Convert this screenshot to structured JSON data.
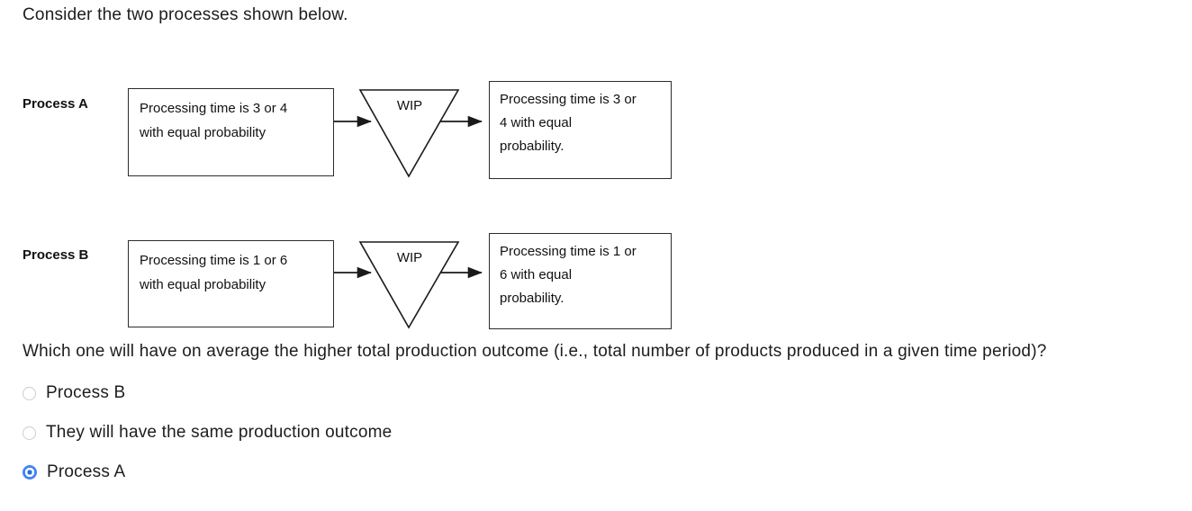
{
  "page": {
    "title": "Consider the two processes shown below.",
    "question": "Which one will have on average the higher total production outcome (i.e., total number of products produced in a given time period)?"
  },
  "diagram": {
    "processes": [
      {
        "label": "Process A",
        "input_box_lines": [
          "Processing time is 3 or 4",
          "with equal probability"
        ],
        "buffer_label": "WIP",
        "output_box_lines": [
          "Processing time is 3 or",
          "4 with equal",
          "probability."
        ]
      },
      {
        "label": "Process B",
        "input_box_lines": [
          "Processing time is 1 or 6",
          "with equal probability"
        ],
        "buffer_label": "WIP",
        "output_box_lines": [
          "Processing time is 1 or",
          "6 with equal",
          "probability."
        ]
      }
    ]
  },
  "options": [
    {
      "label": "Process B",
      "selected": false
    },
    {
      "label": "They will have the same production outcome",
      "selected": false
    },
    {
      "label": "Process A",
      "selected": true
    }
  ],
  "colors": {
    "radio_selected": "#4285f4",
    "radio_unselected_border": "#cdcdcd",
    "diagram_stroke": "#1a1a1a",
    "text": "#1d1d1f"
  }
}
